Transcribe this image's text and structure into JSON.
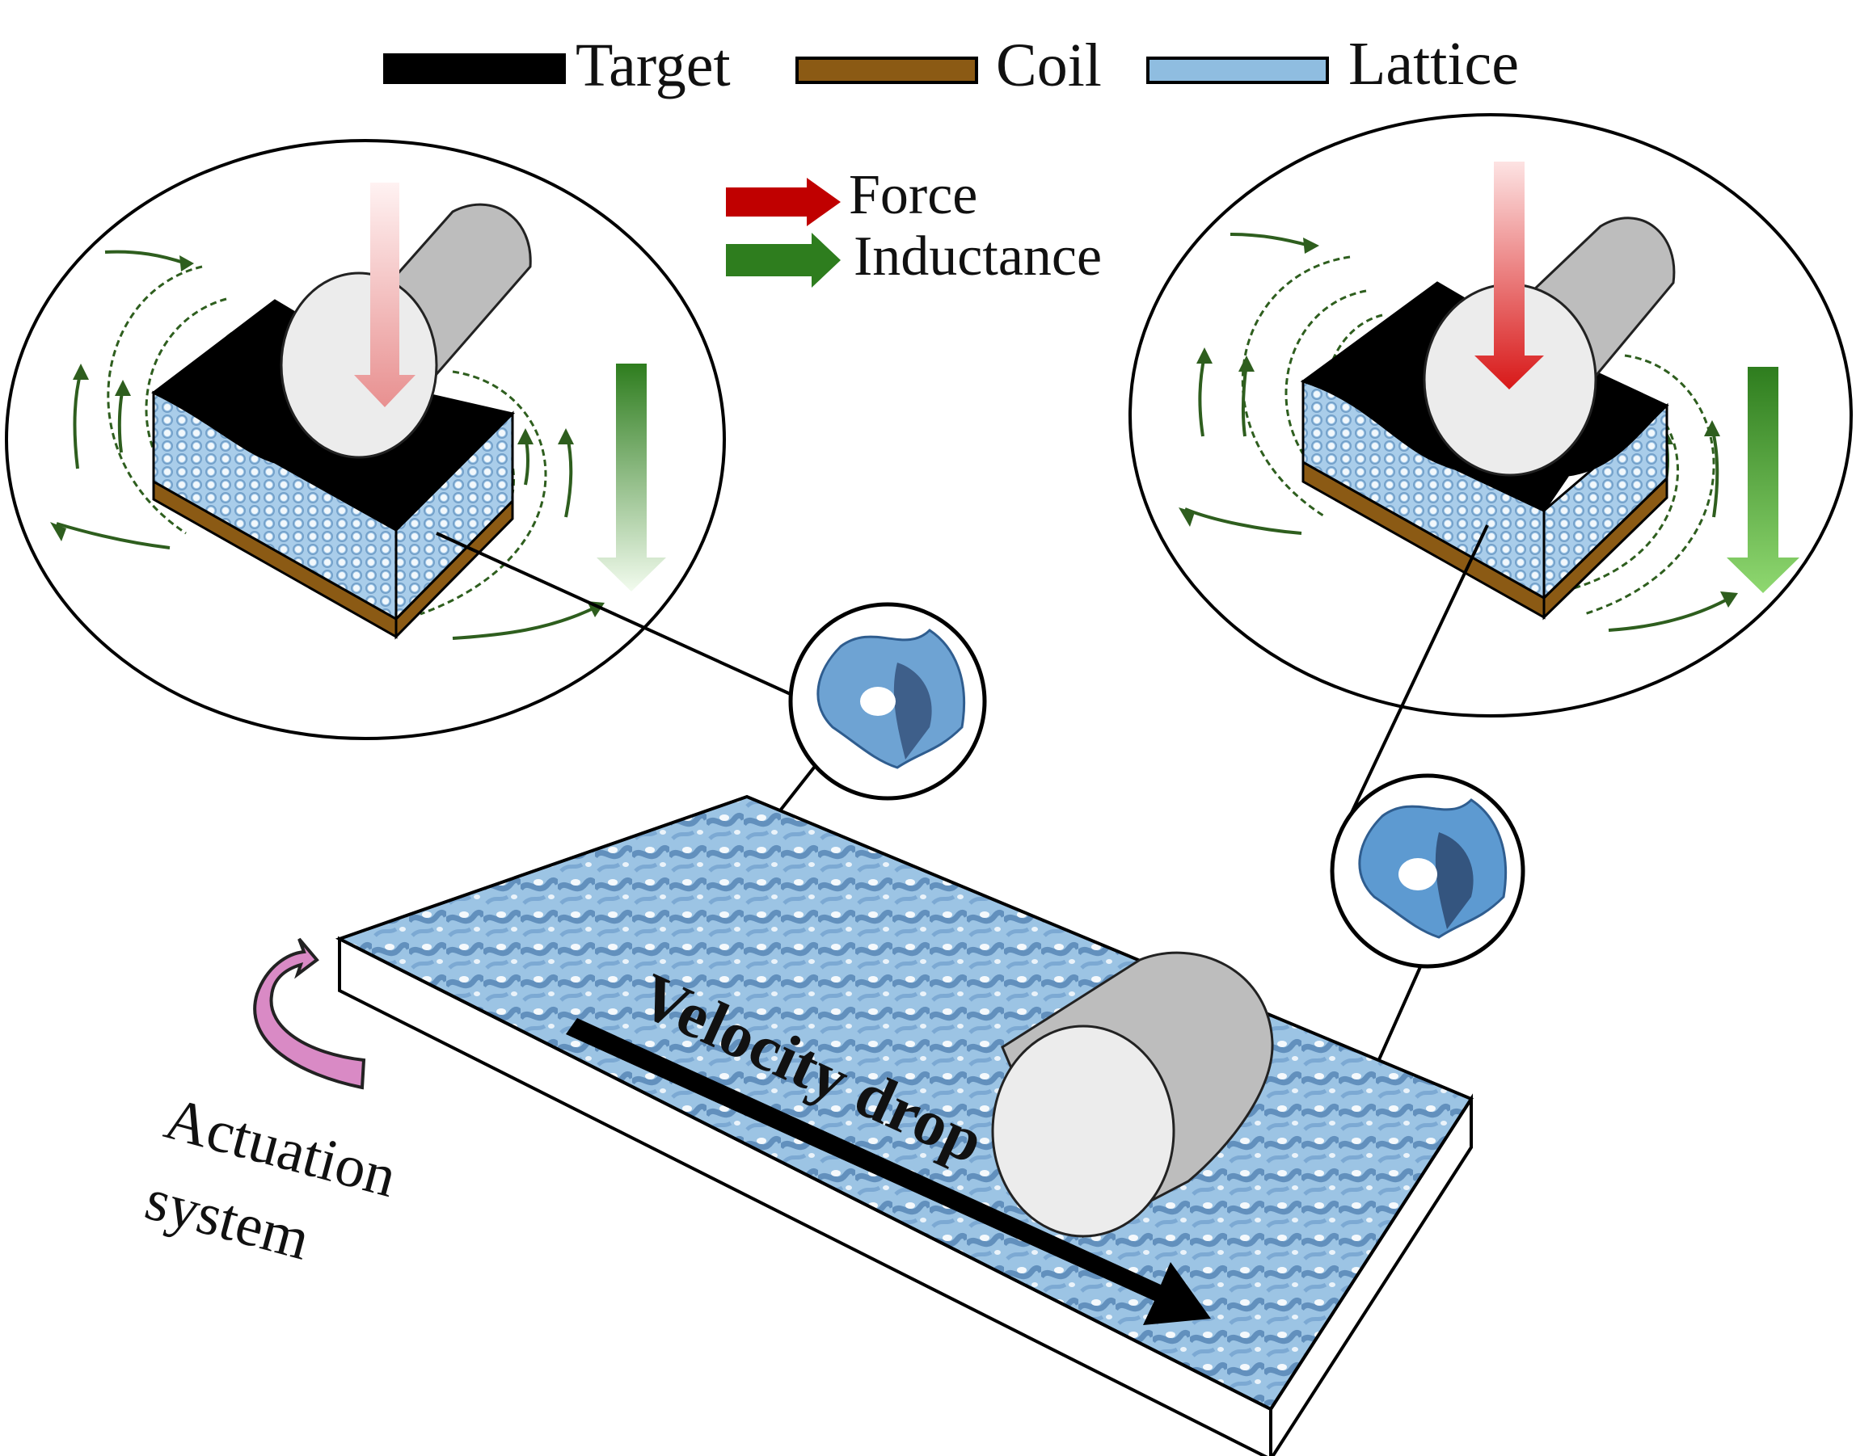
{
  "legend": {
    "items": [
      {
        "label": "Target",
        "color": "#000000"
      },
      {
        "label": "Coil",
        "color": "#8b5a14"
      },
      {
        "label": "Lattice",
        "color": "#8fbde0"
      }
    ]
  },
  "arrow_key": {
    "force": {
      "label": "Force",
      "color": "#c00000"
    },
    "inductance": {
      "label": "Inductance",
      "color": "#2e7d1e"
    }
  },
  "plate": {
    "motion_label": "Velocity drop"
  },
  "actuation": {
    "line1": "Actuation",
    "line2": "system"
  },
  "colors": {
    "target": "#000000",
    "coil": "#8b5a14",
    "lattice": "#8fbde0",
    "roller_body": "#bdbdbd",
    "roller_face": "#ececec",
    "field_line": "#2e5e1e",
    "actuation_arrow": "#d98ac5"
  }
}
